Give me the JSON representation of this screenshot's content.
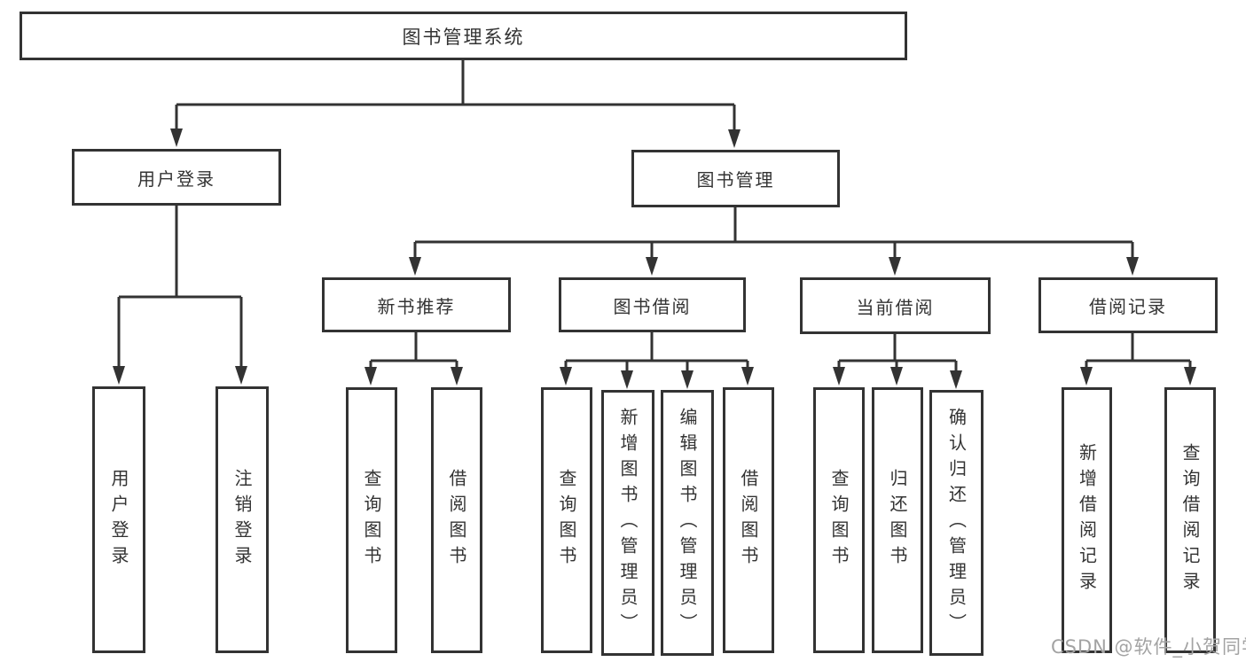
{
  "tree": {
    "root": {
      "label": "图书管理系统"
    },
    "children": [
      {
        "label": "用户登录",
        "children": [
          {
            "label": "用户登录"
          },
          {
            "label": "注销登录"
          }
        ]
      },
      {
        "label": "图书管理",
        "children": [
          {
            "label": "新书推荐",
            "children": [
              {
                "label": "查询图书"
              },
              {
                "label": "借阅图书"
              }
            ]
          },
          {
            "label": "图书借阅",
            "children": [
              {
                "label": "查询图书"
              },
              {
                "label": "新增图书（管理员）"
              },
              {
                "label": "编辑图书（管理员）"
              },
              {
                "label": "借阅图书"
              }
            ]
          },
          {
            "label": "当前借阅",
            "children": [
              {
                "label": "查询图书"
              },
              {
                "label": "归还图书"
              },
              {
                "label": "确认归还（管理员）"
              }
            ]
          },
          {
            "label": "借阅记录",
            "children": [
              {
                "label": "新增借阅记录"
              },
              {
                "label": "查询借阅记录"
              }
            ]
          }
        ]
      }
    ]
  },
  "watermark": {
    "text": "CSDN @软件_小贺同学"
  },
  "colors": {
    "line": "#333333",
    "box_border": "#333333",
    "text": "#333333",
    "background": "#ffffff",
    "watermark": "#a3a3a3"
  }
}
